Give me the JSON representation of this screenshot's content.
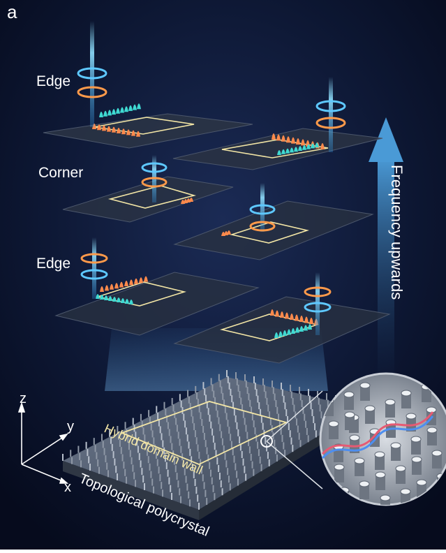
{
  "panel_label": "a",
  "labels": {
    "edge_top": "Edge",
    "corner": "Corner",
    "edge_bottom": "Edge",
    "frequency": "Frequency upwards",
    "hybrid_domain_wall": "Hybrid domain wall",
    "topological_polycrystal": "Topological polycrystal"
  },
  "axes": {
    "z": "z",
    "y": "y",
    "x": "x"
  },
  "colors": {
    "background": "#0c1530",
    "beam": "#5ec8ff",
    "orange_peak": "#ff8a4c",
    "cyan_peak": "#3fd9d2",
    "wall_line": "#f3e6a6",
    "arrow": "#3a86c4"
  }
}
